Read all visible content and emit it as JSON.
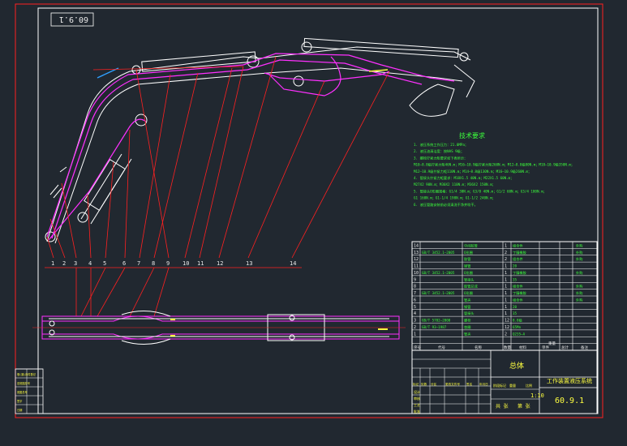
{
  "drawing": {
    "rotated_code": "60.9.1",
    "callouts": [
      "1",
      "2",
      "3",
      "4",
      "5",
      "6",
      "7",
      "8",
      "9",
      "10",
      "11",
      "12",
      "13",
      "14"
    ],
    "tech_req": {
      "title": "技术要求",
      "lines": [
        "1. 液压系统工作压力：21.0MPa；",
        "2. 液压油清洁度：按NAS 9级；",
        "3. 螺栓拧紧力矩要求如下表所示：",
        "M10—8.8级拧紧力矩46N.m；M16—10.9级拧紧力矩260N.m；M12—8.8级80N.m；M18—10.9级350N.m；",
        "M12—10.9级拧紧力矩110N.m；M14—8.8级130N.m；M16—10.9级260N.m；",
        "4. 管接头拧紧力矩要求：M18X1.5 40N.m；M22X1.5 60N.m；",
        "M27X2 90N.m；M30X2 110N.m；M36X2 150N.m；",
        "5. 管接头O形圈规格：G1/4 30N.m；G3/8 40N.m；G1/2 60N.m；G3/4 100N.m；",
        "G1 160N.m；G1-1/4 190N.m；G1-1/2 240N.m；",
        "6. 液压管路安装前必须清洗干净并吹干。"
      ]
    },
    "bom": {
      "rows": [
        {
          "no": "14",
          "code": "",
          "name": "中间胶管",
          "qty": "1",
          "mat": "组合件",
          "note": "外购"
        },
        {
          "no": "13",
          "code": "GB/T 3452.1—2005",
          "name": "O形圈",
          "qty": "2",
          "mat": "丁腈橡胶",
          "note": "外购"
        },
        {
          "no": "12",
          "code": "",
          "name": "胶管",
          "qty": "2",
          "mat": "组合件",
          "note": "外购"
        },
        {
          "no": "11",
          "code": "",
          "name": "钢管",
          "qty": "1",
          "mat": "20",
          "note": ""
        },
        {
          "no": "10",
          "code": "GB/T 3452.1—2005",
          "name": "O形圈",
          "qty": "1",
          "mat": "丁腈橡胶",
          "note": "外购"
        },
        {
          "no": "9",
          "code": "",
          "name": "管接头",
          "qty": "1",
          "mat": "35",
          "note": ""
        },
        {
          "no": "8",
          "code": "",
          "name": "胶管总成",
          "qty": "1",
          "mat": "组合件",
          "note": "外购"
        },
        {
          "no": "7",
          "code": "GB/T 3452.1—2005",
          "name": "O形圈",
          "qty": "1",
          "mat": "丁腈橡胶",
          "note": "外购"
        },
        {
          "no": "6",
          "code": "",
          "name": "管夹",
          "qty": "1",
          "mat": "组合件",
          "note": "外购"
        },
        {
          "no": "5",
          "code": "",
          "name": "钢管",
          "qty": "1",
          "mat": "20",
          "note": ""
        },
        {
          "no": "4",
          "code": "",
          "name": "管接头",
          "qty": "1",
          "mat": "35",
          "note": ""
        },
        {
          "no": "3",
          "code": "GB/T 5782—2000",
          "name": "螺栓",
          "qty": "12",
          "mat": "8.8级",
          "note": ""
        },
        {
          "no": "2",
          "code": "GB/T 93—1987",
          "name": "垫圈",
          "qty": "12",
          "mat": "65Mn",
          "note": ""
        },
        {
          "no": "1",
          "code": "",
          "name": "管夹",
          "qty": "2",
          "mat": "Q235—A",
          "note": ""
        }
      ],
      "header": [
        "序号",
        "代号",
        "名称",
        "数量",
        "材料",
        "单件",
        "总计",
        "备注"
      ],
      "header_mass": "重量"
    },
    "title_block": {
      "name_label": "总体",
      "drawing_title": "工作装置液压系统",
      "drawing_no": "60.9.1",
      "scale": "1:10",
      "sheet": "共  张",
      "sheet2": "第  张",
      "row_labels": [
        "标记",
        "处数",
        "分区",
        "更改文件号",
        "签名",
        "年月日"
      ],
      "role_labels": [
        "设计",
        "审核",
        "工艺",
        "批准"
      ],
      "stage_labels": [
        "阶段标记",
        "重量",
        "比例"
      ],
      "left_strip": [
        "借(通)用件登记",
        "旧底图总号",
        "底图总号",
        "签字",
        "日期"
      ]
    },
    "colors": {
      "background": "#212830",
      "border": "#ff2020",
      "geometry": "#ffffff",
      "hydraulic": "#ff30ff",
      "notes": "#30ff30",
      "accent": "#ffff40"
    }
  }
}
